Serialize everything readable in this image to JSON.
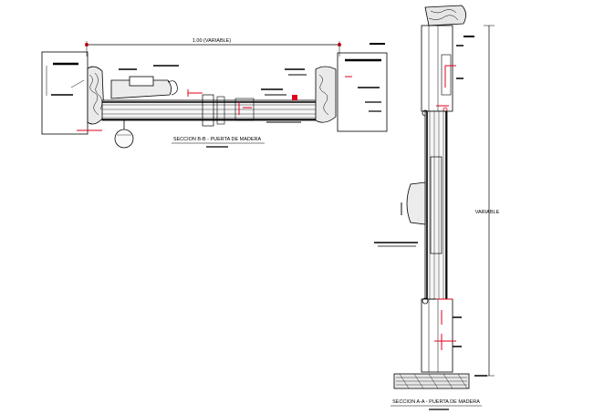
{
  "horizontal_section": {
    "dimension_label": "1.00 (VARIABLE)",
    "caption": "SECCION B-B - PUERTA DE MADERA"
  },
  "vertical_section": {
    "dimension_label": "VARIABLE",
    "caption": "SECCION A-A - PUERTA DE MADERA"
  },
  "colors": {
    "line": "#000000",
    "accent": "#e0001b",
    "background": "#ffffff"
  }
}
